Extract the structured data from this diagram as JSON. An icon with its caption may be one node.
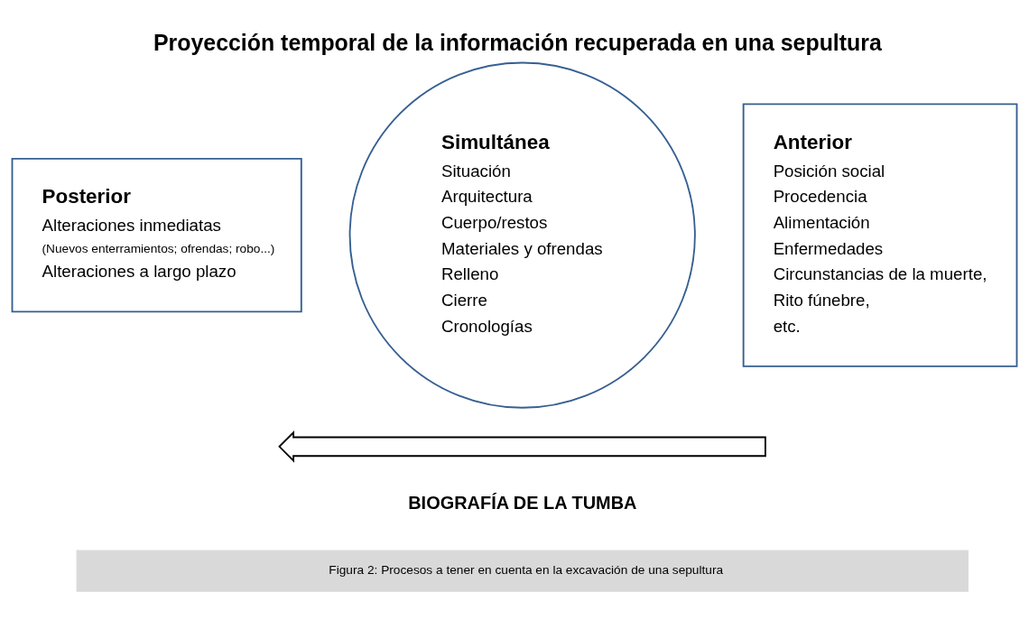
{
  "diagram": {
    "title": "Proyección temporal de la información recuperada en una sepultura",
    "caption": "Figura 2: Procesos a tener en cuenta en la excavación de una sepultura",
    "nodes": [
      {
        "text": [
          "Posterior",
          "Alteraciones inmediatas",
          "(Nuevos enterramientos; ofrendas; robo...)",
          "Alteraciones a largo plazo"
        ]
      },
      {
        "text": [
          "Simultánea",
          "Situación",
          "Arquitectura",
          "Cuerpo/restos",
          "Materiales y ofrendas",
          "Relleno",
          "Cierre",
          "Cronologías"
        ]
      },
      {
        "text": [
          "Anterior",
          "Posición social",
          "Procedencia",
          "Alimentación",
          "Enfermedades",
          "Circunstancias de la muerte,",
          "Rito fúnebre,",
          "etc."
        ]
      },
      {
        "text": [],
        "shape": "arrow",
        "beside": [
          "BIOGRAFÍA DE LA TUMBA"
        ]
      }
    ],
    "edges": []
  }
}
